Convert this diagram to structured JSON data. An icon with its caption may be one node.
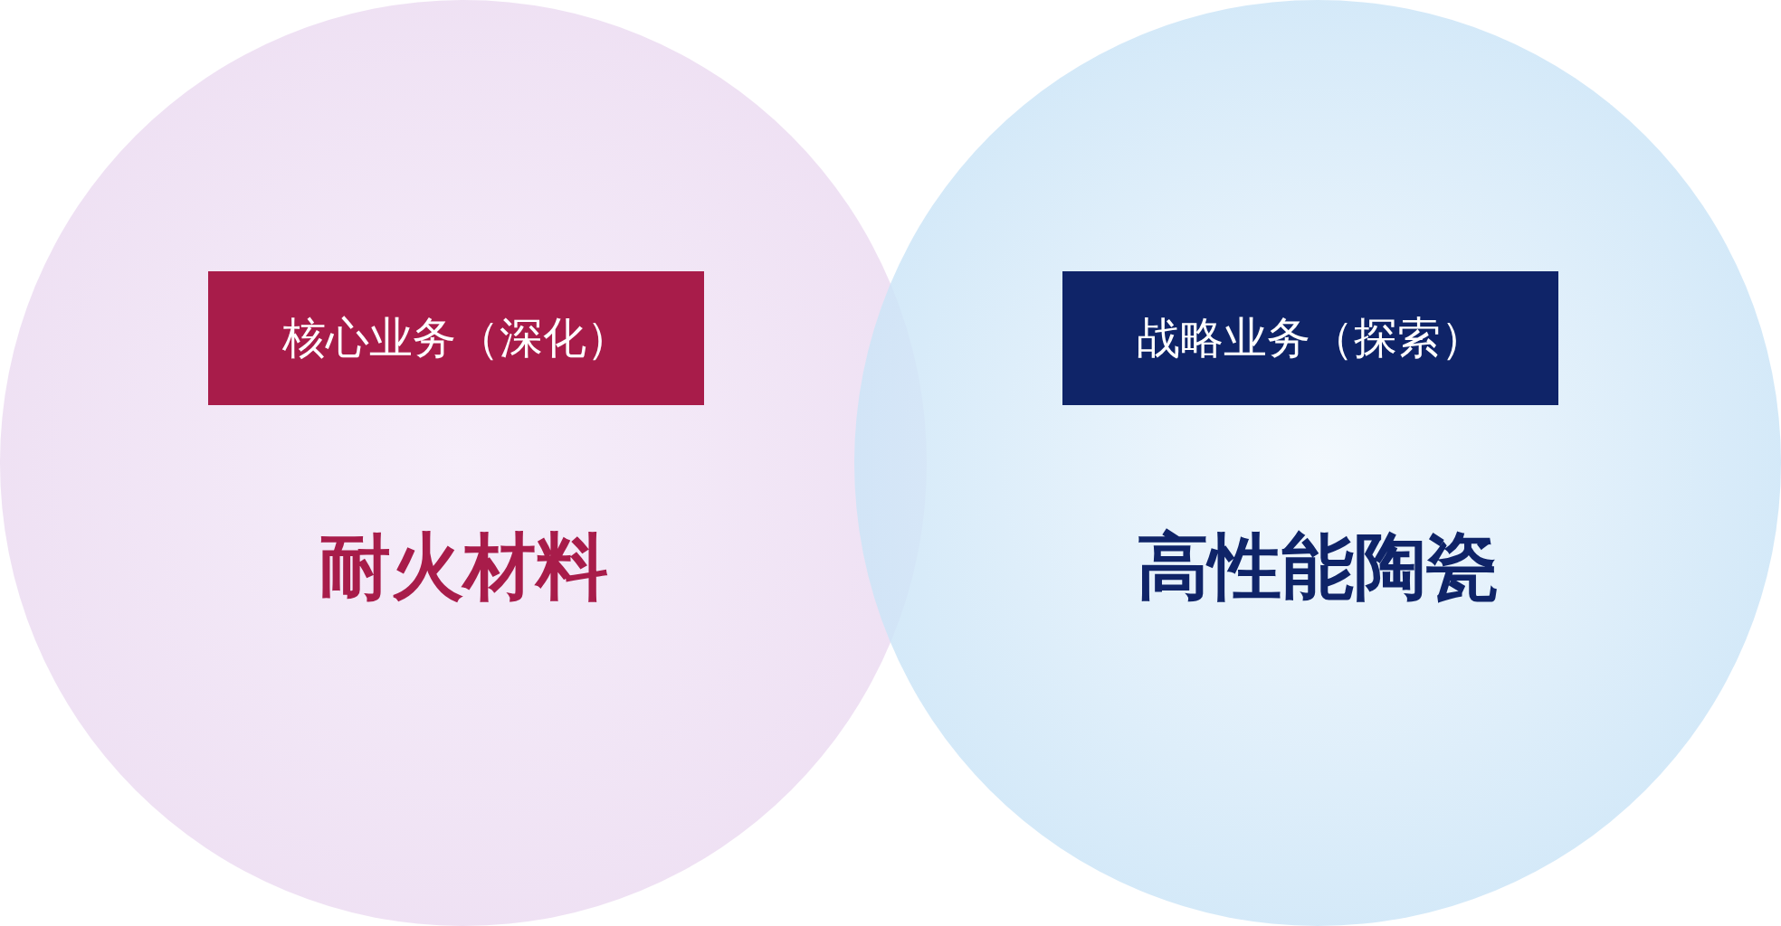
{
  "diagram": {
    "nodes": [
      {
        "text": [
          "耐火材料"
        ]
      },
      {
        "text": [
          "核心业务（深化）"
        ],
        "in": 0
      },
      {
        "text": [
          "高性能陶瓷"
        ]
      },
      {
        "text": [
          "战略业务（探索）"
        ],
        "in": 2
      }
    ]
  }
}
